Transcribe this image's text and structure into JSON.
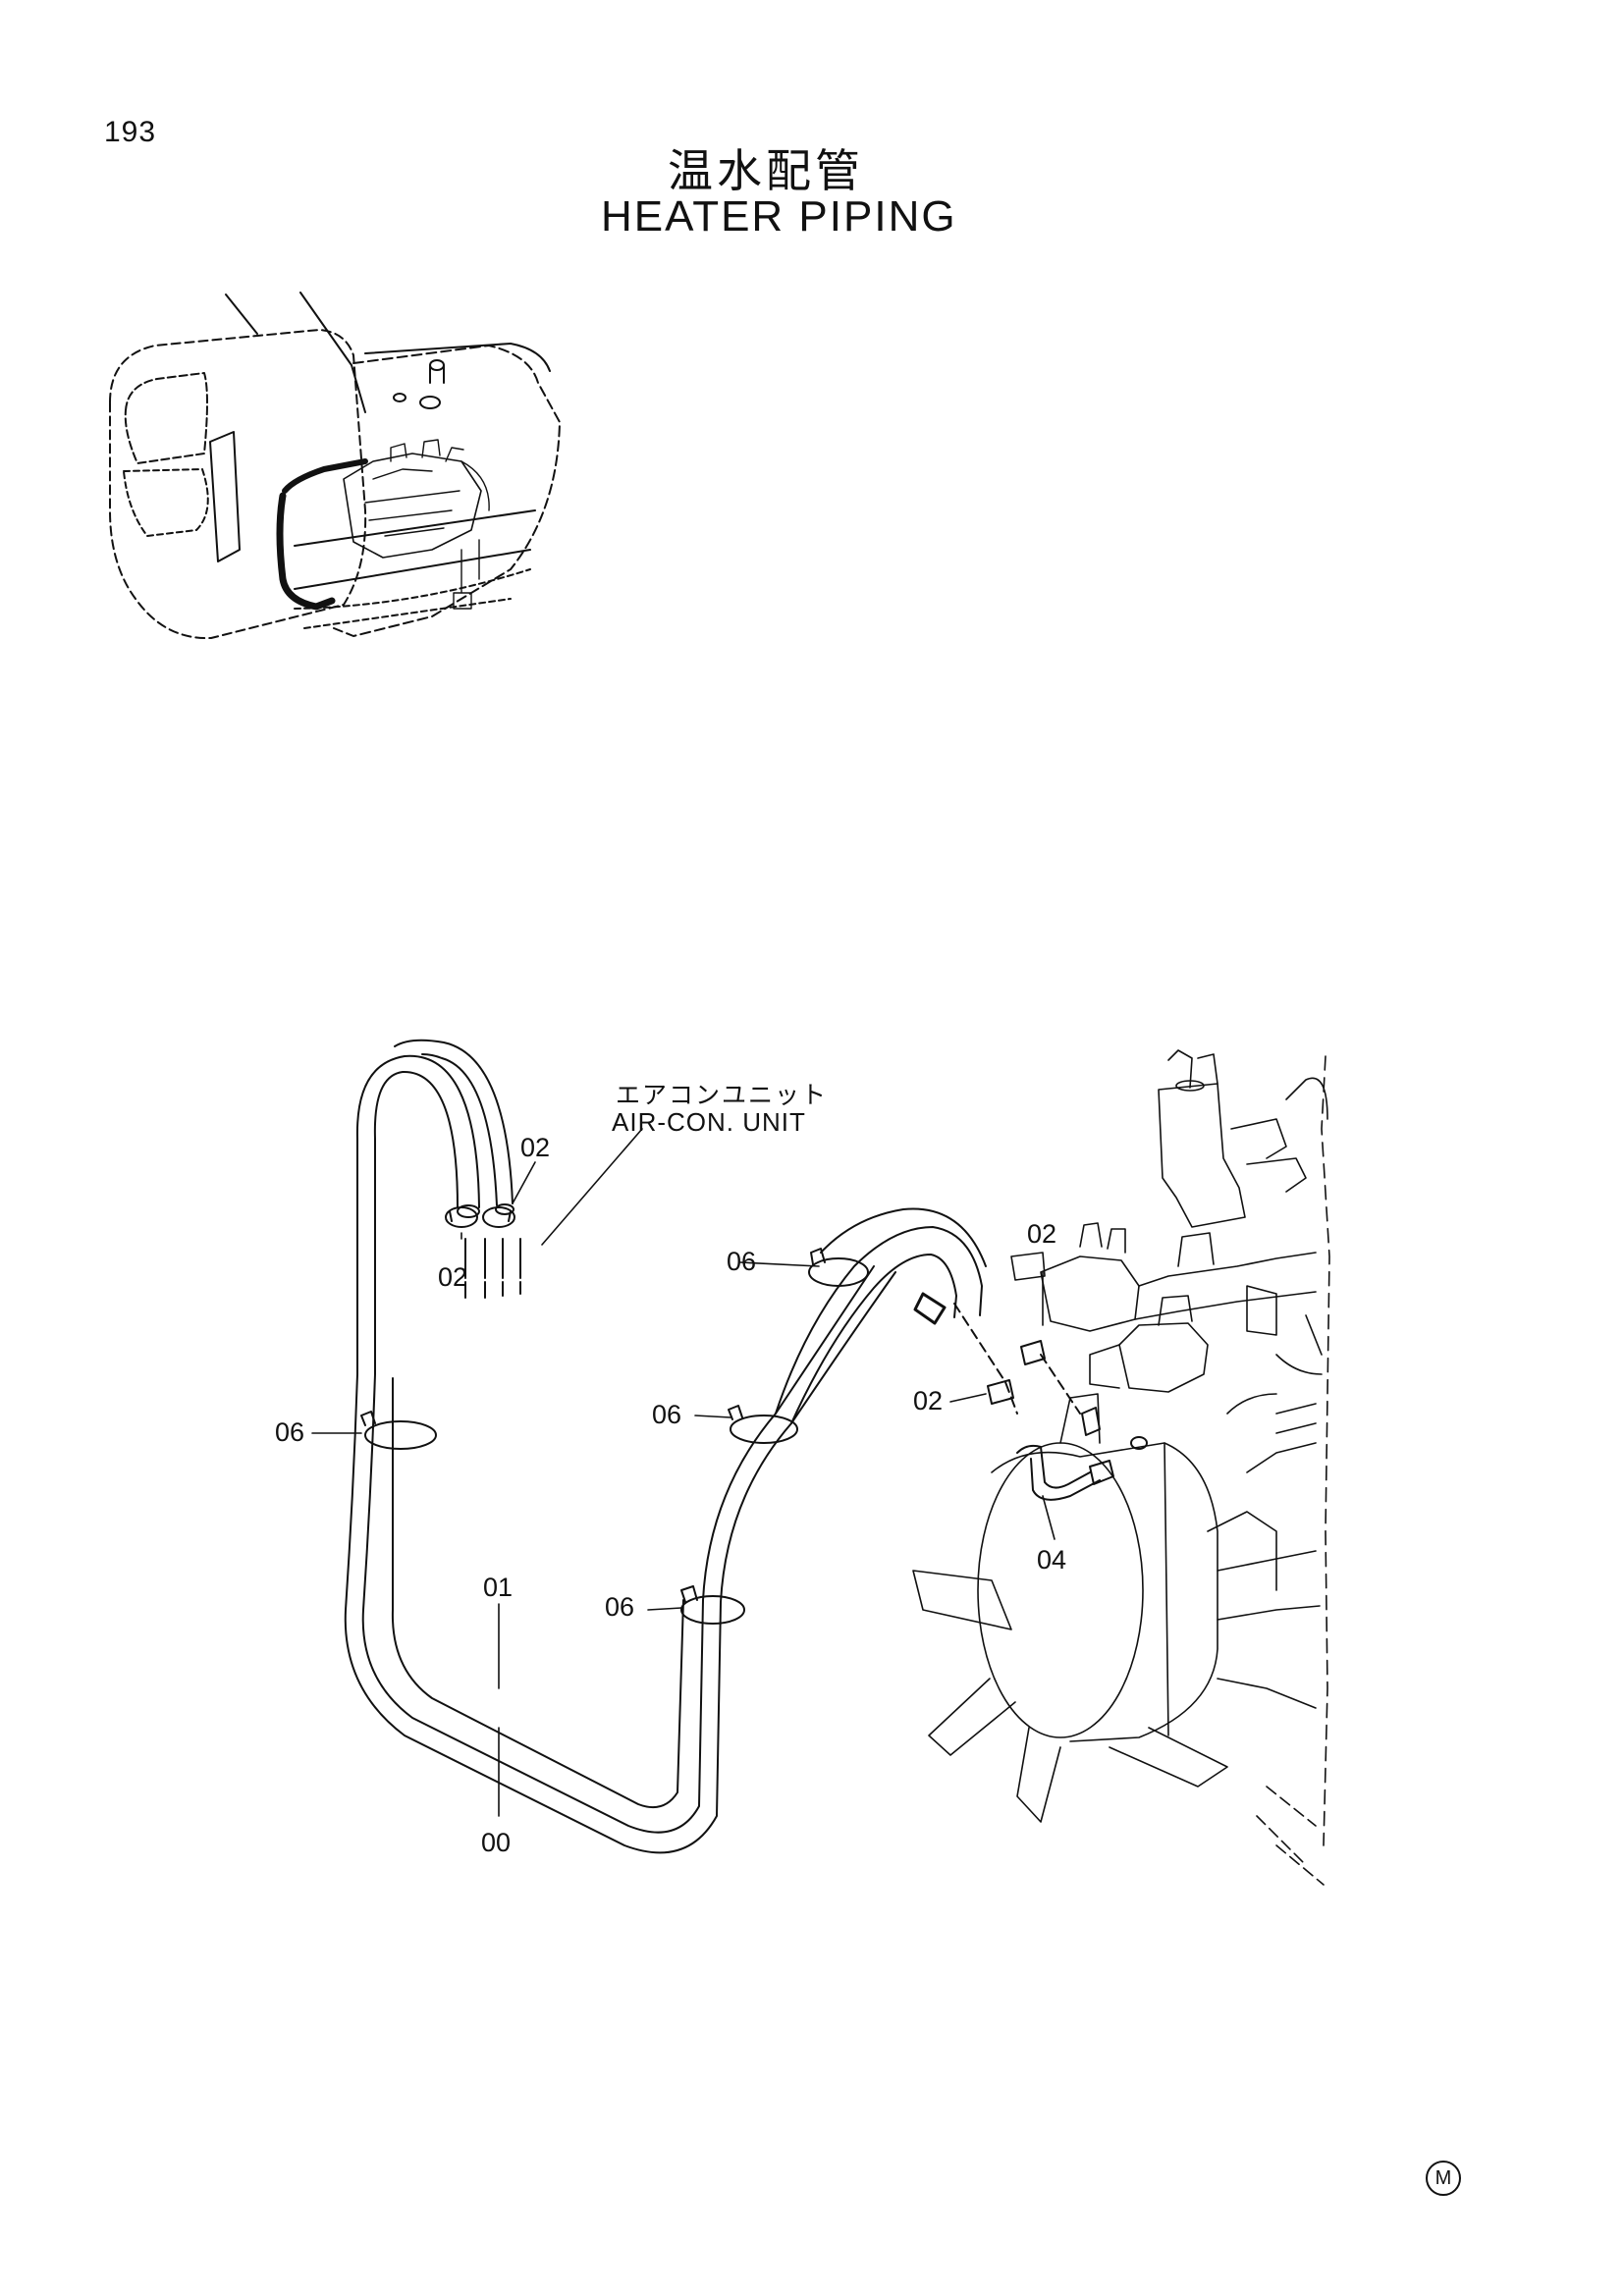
{
  "header": {
    "page_number": "193",
    "title_jp": "温水配管",
    "title_en": "HEATER PIPING"
  },
  "callout": {
    "jp": "エアコンユニット",
    "en": "AIR-CON. UNIT"
  },
  "part_labels": {
    "p02_top": "02",
    "p02_left": "02",
    "p06_upper": "06",
    "p06_left": "06",
    "p06_mid": "06",
    "p06_low": "06",
    "p02_engine_top": "02",
    "p02_engine_mid": "02",
    "p04": "04",
    "p01": "01",
    "p00": "00"
  },
  "footer": {
    "mark": "M"
  }
}
